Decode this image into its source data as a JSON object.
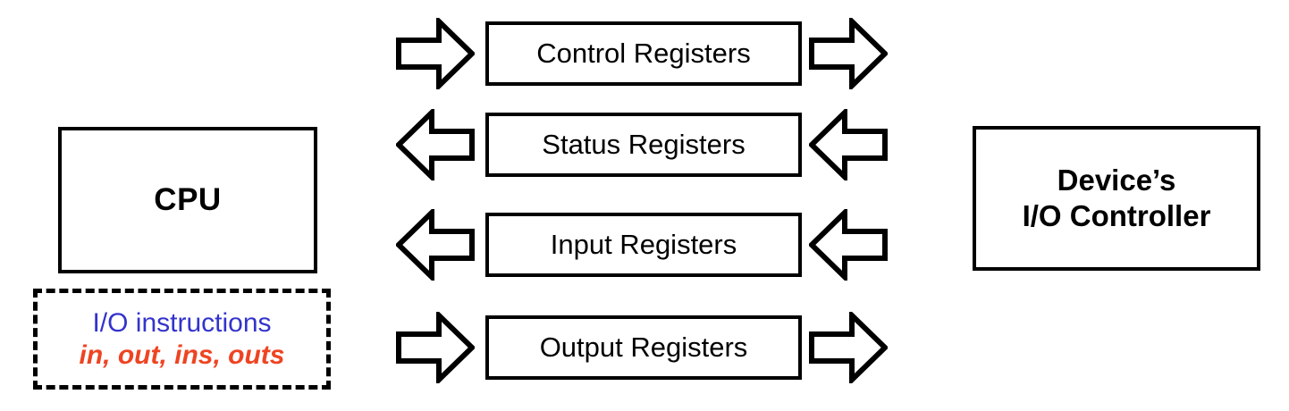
{
  "diagram": {
    "title": "CPU to Device I/O Controller register interface",
    "background": "#ffffff",
    "stroke_color": "#000000"
  },
  "cpu": {
    "label": "CPU"
  },
  "io_instructions": {
    "line1": "I/O instructions",
    "line2": "in, out, ins, outs",
    "line1_color": "#3333CC",
    "line2_color": "#EE4422",
    "border_style": "dashed"
  },
  "registers": [
    {
      "label": "Control Registers",
      "left_arrow": "arrow-right-icon",
      "right_arrow": "arrow-right-icon"
    },
    {
      "label": "Status Registers",
      "left_arrow": "arrow-left-icon",
      "right_arrow": "arrow-left-icon"
    },
    {
      "label": "Input Registers",
      "left_arrow": "arrow-left-icon",
      "right_arrow": "arrow-left-icon"
    },
    {
      "label": "Output Registers",
      "left_arrow": "arrow-right-icon",
      "right_arrow": "arrow-right-icon"
    }
  ],
  "device": {
    "line1": "Device’s",
    "line2": "I/O Controller"
  }
}
